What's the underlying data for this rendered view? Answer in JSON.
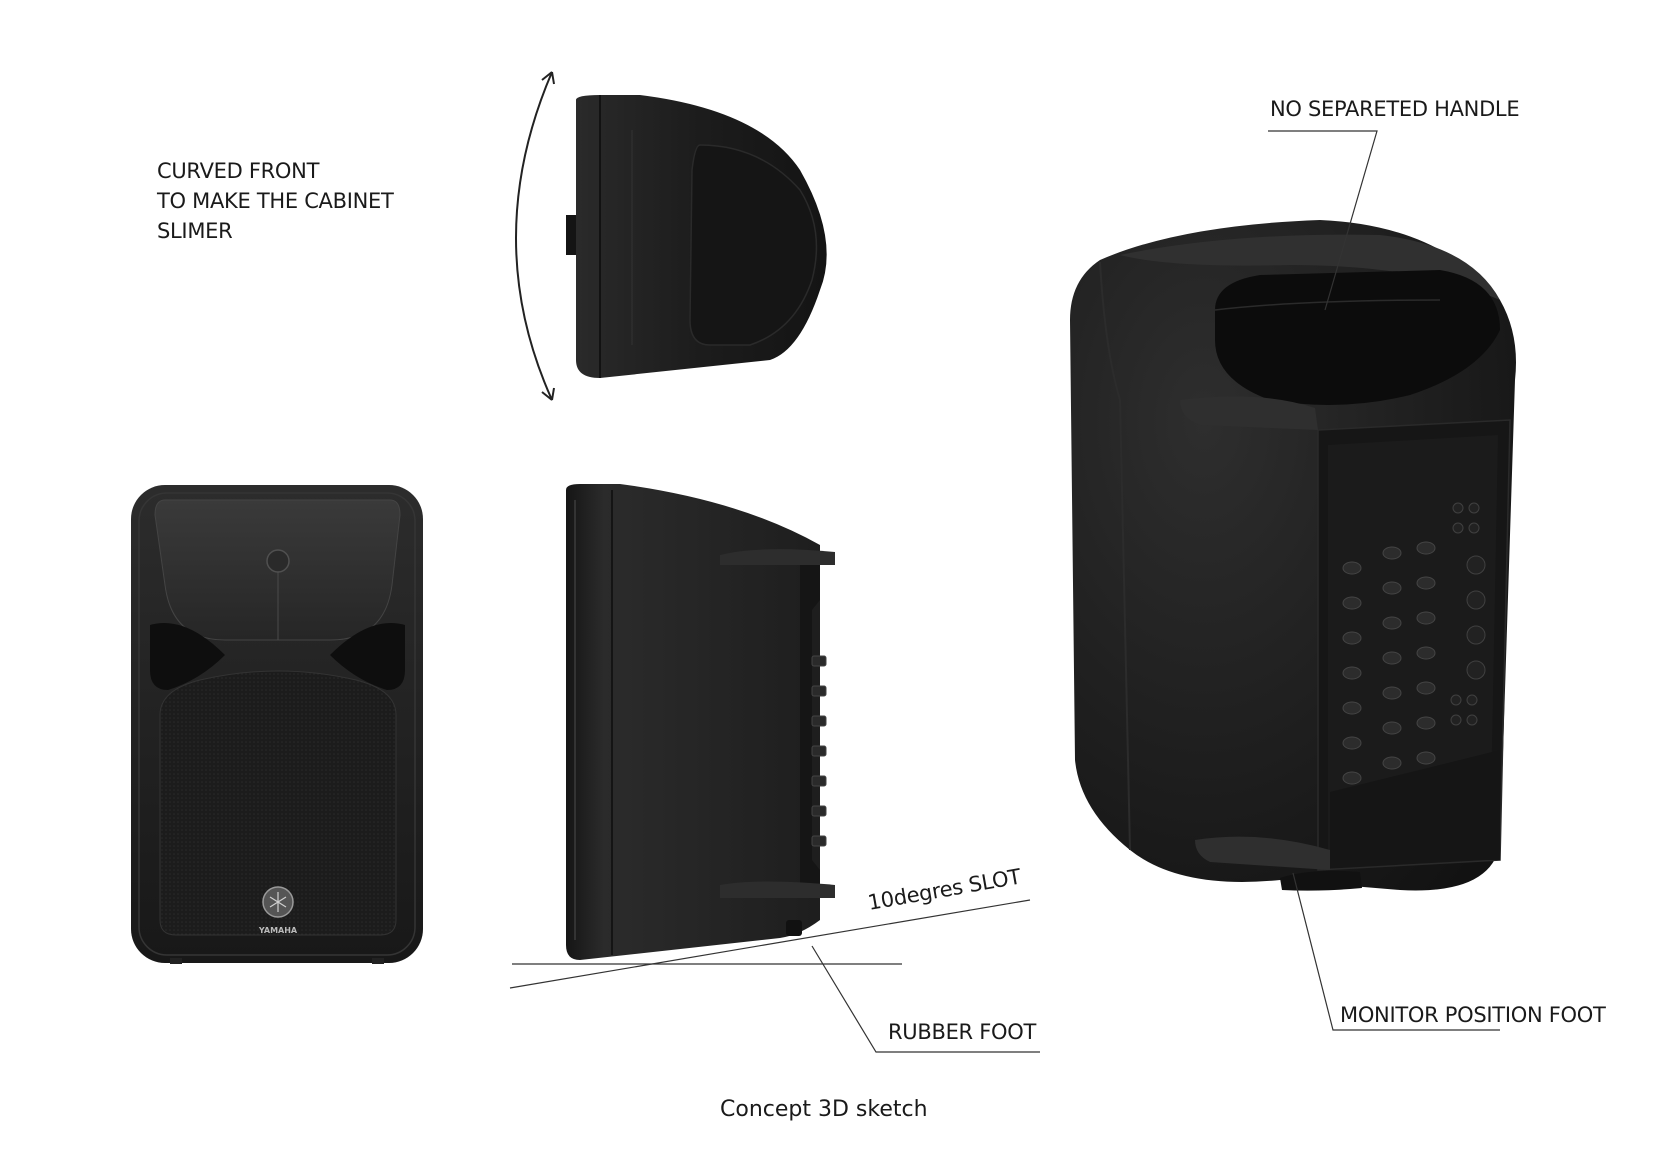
{
  "annotations": {
    "curved_front": "CURVED FRONT\nTO MAKE THE CABINET\nSLIMER",
    "no_separated_handle": "NO SEPARETED HANDLE",
    "slot": "10degres SLOT",
    "rubber_foot": "RUBBER FOOT",
    "monitor_foot": "MONITOR POSITION FOOT"
  },
  "caption": "Concept 3D sketch",
  "logo_text": "YAMAHA",
  "colors": {
    "cabinet": "#1f1f1f",
    "cabinet_light": "#3a3a3a",
    "line": "#333333"
  }
}
